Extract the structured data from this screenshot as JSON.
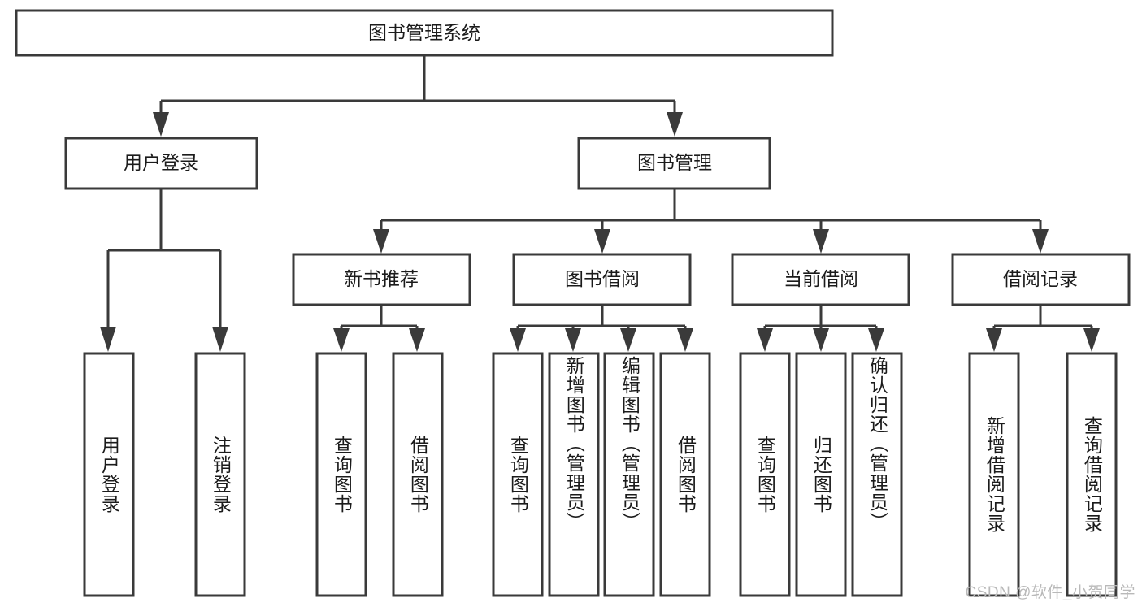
{
  "diagram": {
    "type": "tree-hierarchy",
    "title": "图书管理系统",
    "watermark": "CSDN @软件_小贺同学",
    "colors": {
      "box_stroke": "#3a3a3a",
      "box_fill": "#ffffff",
      "connector": "#3a3a3a",
      "text": "#1b1b1b",
      "watermark": "#b9b9b9",
      "background": "#ffffff"
    },
    "levels": {
      "root": {
        "label": "图书管理系统"
      },
      "level2": [
        {
          "id": "user-login",
          "label": "用户登录"
        },
        {
          "id": "book-manage",
          "label": "图书管理"
        }
      ],
      "level3": [
        {
          "id": "new-book-recommend",
          "label": "新书推荐",
          "parent": "book-manage"
        },
        {
          "id": "book-borrow",
          "label": "图书借阅",
          "parent": "book-manage"
        },
        {
          "id": "current-borrow",
          "label": "当前借阅",
          "parent": "book-manage"
        },
        {
          "id": "borrow-record",
          "label": "借阅记录",
          "parent": "book-manage"
        }
      ],
      "leaves": [
        {
          "id": "leaf-user-login",
          "label": "用户登录",
          "parent": "user-login"
        },
        {
          "id": "leaf-logout",
          "label": "注销登录",
          "parent": "user-login"
        },
        {
          "id": "leaf-query-book-1",
          "label": "查询图书",
          "parent": "new-book-recommend"
        },
        {
          "id": "leaf-borrow-book-1",
          "label": "借阅图书",
          "parent": "new-book-recommend"
        },
        {
          "id": "leaf-query-book-2",
          "label": "查询图书",
          "parent": "book-borrow"
        },
        {
          "id": "leaf-add-book",
          "label": "新增图书（管理员）",
          "parent": "book-borrow"
        },
        {
          "id": "leaf-edit-book",
          "label": "编辑图书（管理员）",
          "parent": "book-borrow"
        },
        {
          "id": "leaf-borrow-book-2",
          "label": "借阅图书",
          "parent": "book-borrow"
        },
        {
          "id": "leaf-query-book-3",
          "label": "查询图书",
          "parent": "current-borrow"
        },
        {
          "id": "leaf-return-book",
          "label": "归还图书",
          "parent": "current-borrow"
        },
        {
          "id": "leaf-confirm-return",
          "label": "确认归还（管理员）",
          "parent": "current-borrow"
        },
        {
          "id": "leaf-add-record",
          "label": "新增借阅记录",
          "parent": "borrow-record"
        },
        {
          "id": "leaf-query-record",
          "label": "查询借阅记录",
          "parent": "borrow-record"
        }
      ]
    }
  }
}
